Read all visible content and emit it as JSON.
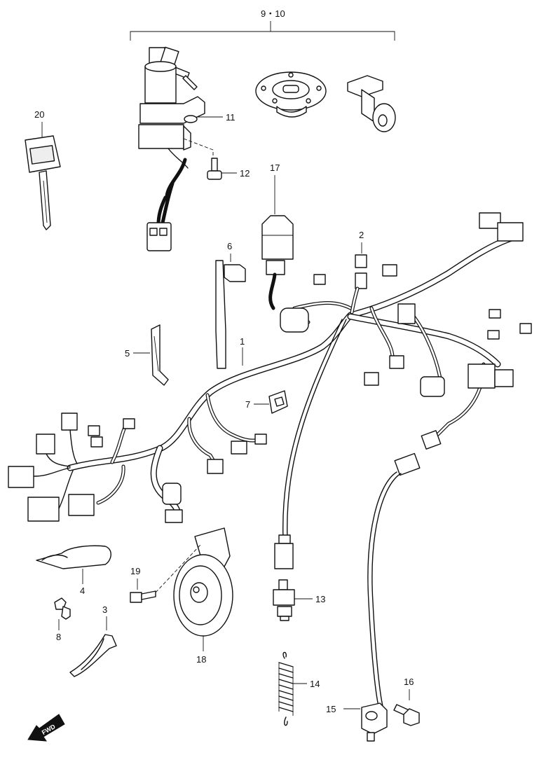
{
  "labels": {
    "group_9_10": "9・10",
    "p1": "1",
    "p2": "2",
    "p3": "3",
    "p4": "4",
    "p5": "5",
    "p6": "6",
    "p7": "7",
    "p8": "8",
    "p11": "11",
    "p12": "12",
    "p13": "13",
    "p14": "14",
    "p15": "15",
    "p16": "16",
    "p17": "17",
    "p18": "18",
    "p19": "19",
    "p20": "20"
  },
  "fwd_indicator": {
    "text": "FWD",
    "icon": "fwd-arrow-icon"
  },
  "colors": {
    "line": "#111111",
    "background": "#ffffff"
  }
}
